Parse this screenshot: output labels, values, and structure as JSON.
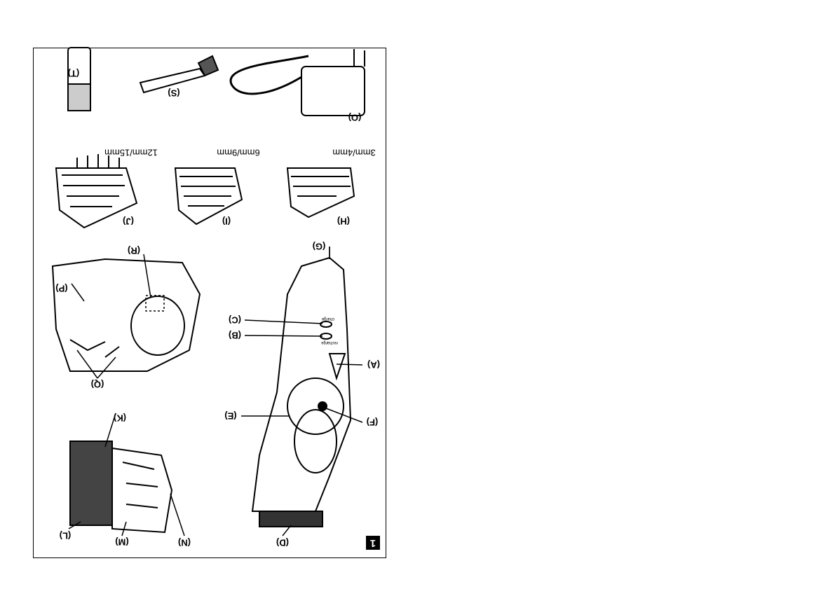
{
  "figure_number": "1",
  "labels": {
    "A": "(A)",
    "B": "(B)",
    "C": "(C)",
    "D": "(D)",
    "E": "(E)",
    "F": "(F)",
    "G": "(G)",
    "H": "(H)",
    "I": "(I)",
    "J": "(J)",
    "K": "(K)",
    "L": "(L)",
    "M": "(M)",
    "N": "(N)",
    "O": "(O)",
    "P": "(P)",
    "Q": "(Q)",
    "R": "(R)",
    "S": "(S)",
    "T": "(T)"
  },
  "comb_sizes": {
    "H": "3mm/4mm",
    "I": "6mm/9mm",
    "J": "12mm/15mm"
  },
  "device_text": {
    "charge": "charge",
    "recharge": "recharge"
  }
}
